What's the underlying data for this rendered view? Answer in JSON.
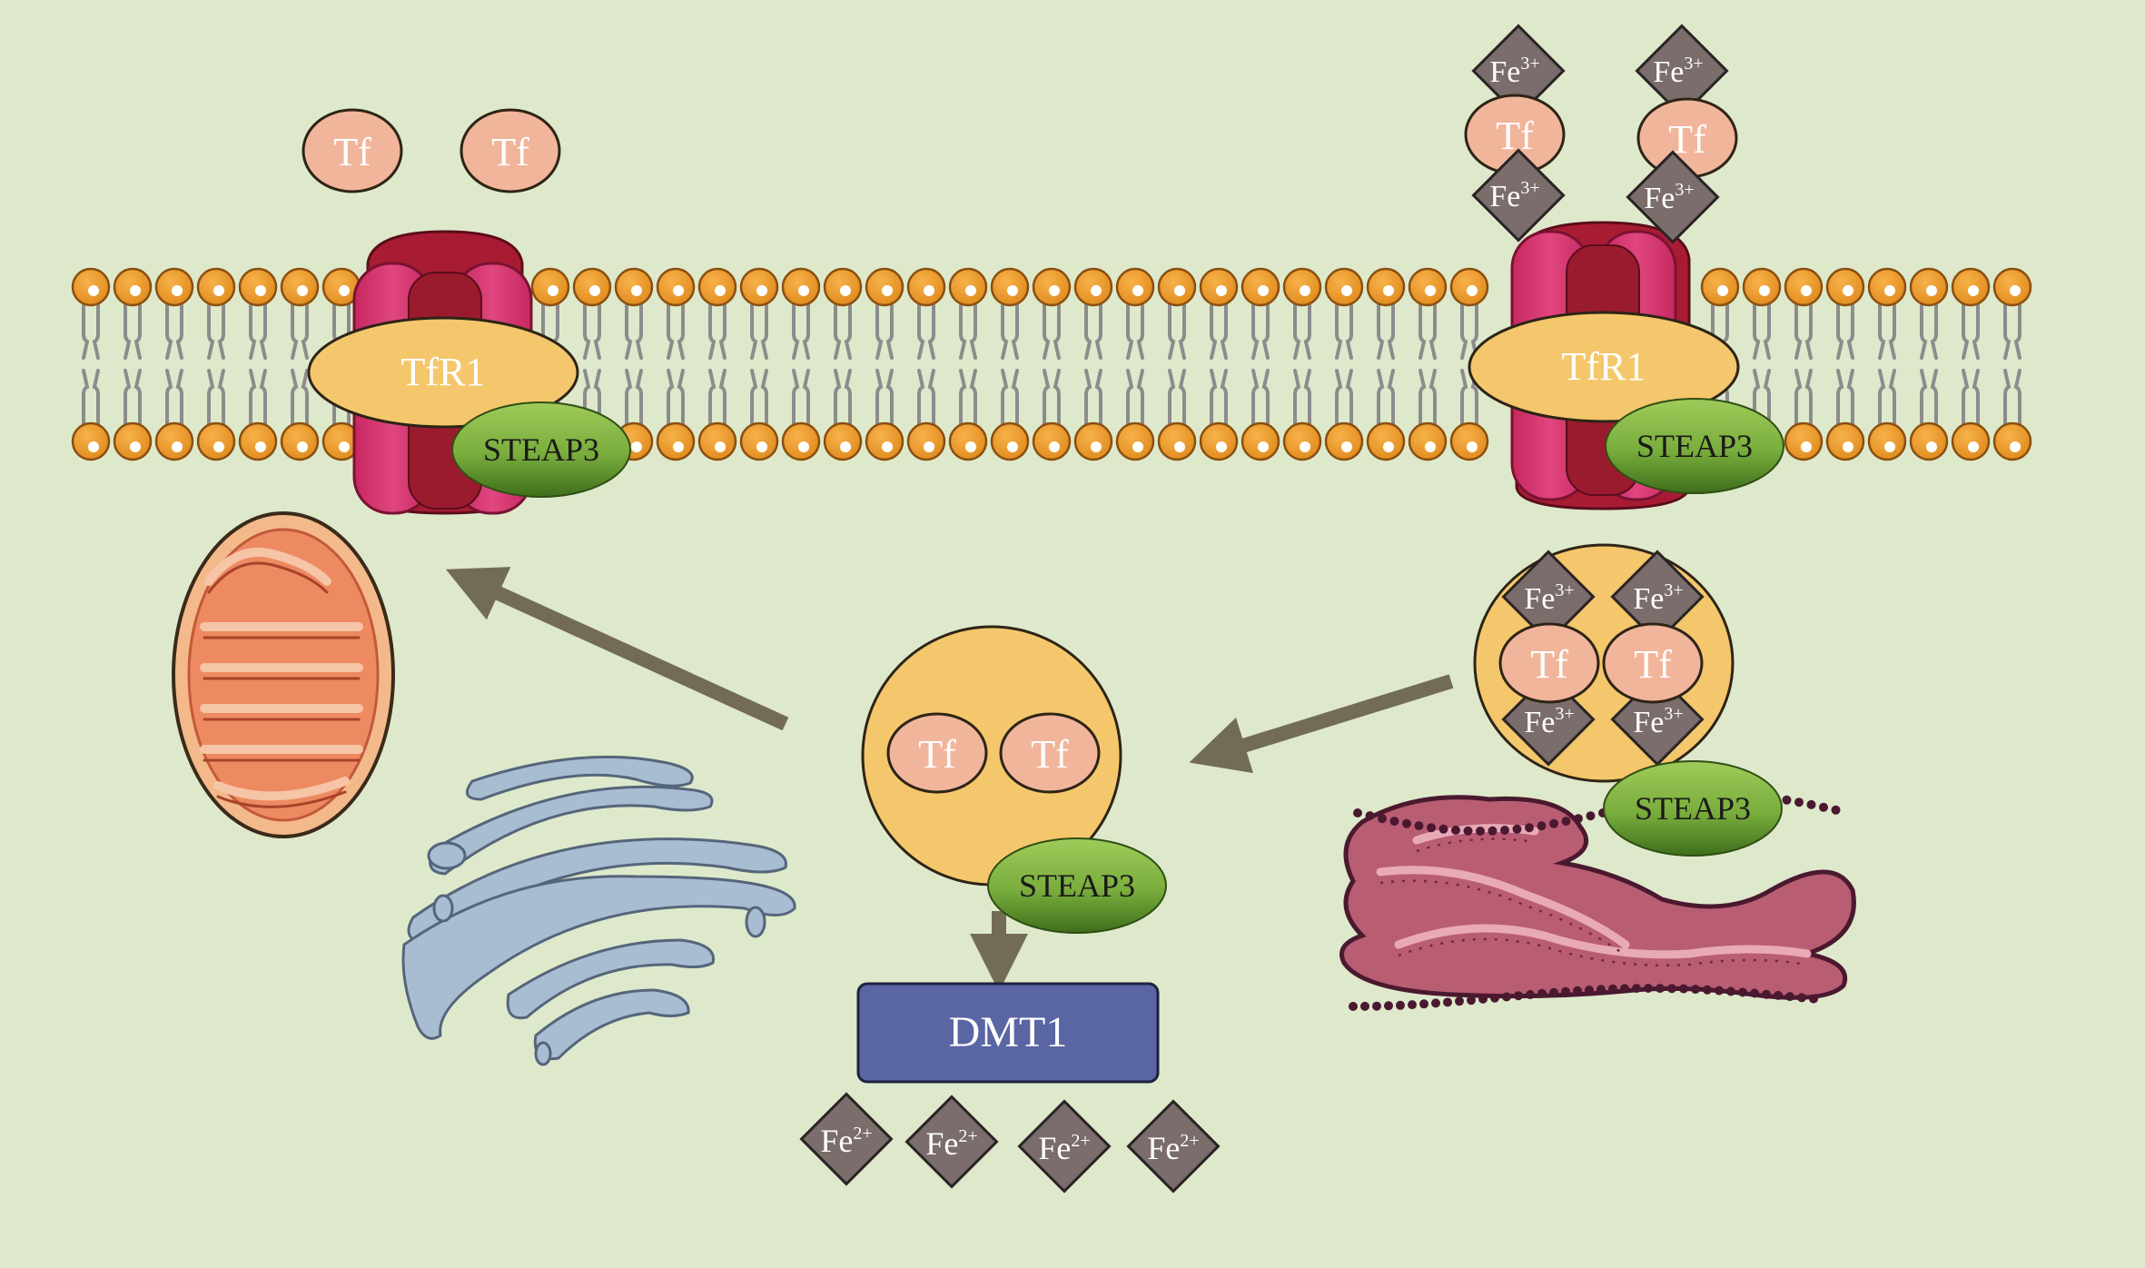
{
  "colors": {
    "background": "#dee9cb",
    "lipid_head": "#ec9a2e",
    "lipid_tail": "#8c8c8c",
    "tf": "#f1b59b",
    "tfr1": "#f4c76c",
    "steap3_light": "#98c653",
    "steap3_dark": "#4f8024",
    "dmt1": "#5a65a3",
    "iron": "#7a6d6c",
    "arrow": "#736c55",
    "mitochondrion": "#ec8a62",
    "golgi": "#9db1c7",
    "er": "#b75d72"
  },
  "labels": {
    "tf": "Tf",
    "tfr1": "TfR1",
    "steap3": "STEAP3",
    "dmt1": "DMT1",
    "fe": "Fe",
    "fe3_charge": "3+",
    "fe2_charge": "2+"
  },
  "icons": {
    "mitochondrion": "mitochondrion-icon",
    "golgi": "golgi-apparatus-icon",
    "er": "endoplasmic-reticulum-icon"
  }
}
